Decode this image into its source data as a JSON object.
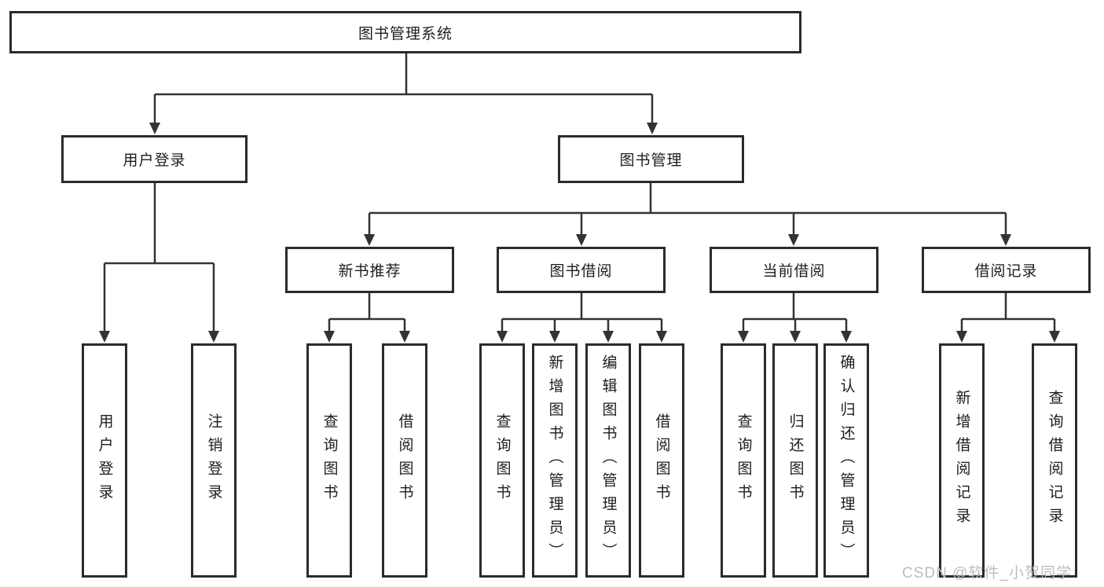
{
  "tree": {
    "label": "图书管理系统",
    "children": [
      {
        "label": "用户登录",
        "children": [
          {
            "label": "用户登录"
          },
          {
            "label": "注销登录"
          }
        ]
      },
      {
        "label": "图书管理",
        "children": [
          {
            "label": "新书推荐",
            "children": [
              {
                "label": "查询图书"
              },
              {
                "label": "借阅图书"
              }
            ]
          },
          {
            "label": "图书借阅",
            "children": [
              {
                "label": "查询图书"
              },
              {
                "label": "新增图书（管理员）"
              },
              {
                "label": "编辑图书（管理员）"
              },
              {
                "label": "借阅图书"
              }
            ]
          },
          {
            "label": "当前借阅",
            "children": [
              {
                "label": "查询图书"
              },
              {
                "label": "归还图书"
              },
              {
                "label": "确认归还（管理员）"
              }
            ]
          },
          {
            "label": "借阅记录",
            "children": [
              {
                "label": "新增借阅记录"
              },
              {
                "label": "查询借阅记录"
              }
            ]
          }
        ]
      }
    ]
  },
  "watermark": "CSDN @软件_小贺同学",
  "colors": {
    "box_border": "#2b2b2b",
    "connector": "#333333",
    "text": "#1d1d1d",
    "watermark": "#bdbdbd",
    "background": "#ffffff"
  }
}
